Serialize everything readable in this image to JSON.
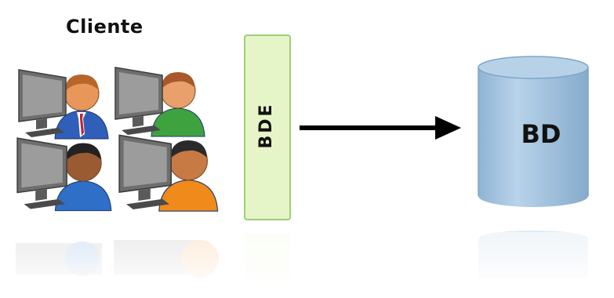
{
  "client": {
    "title": "Cliente",
    "workstations": [
      {
        "shirt": "#2f5fb8",
        "skin": "#e8965a",
        "hair": "#b8652a",
        "tie": true
      },
      {
        "shirt": "#3ea33e",
        "skin": "#eaa06a",
        "hair": "#a8582a",
        "tie": false
      },
      {
        "shirt": "#2f6fc8",
        "skin": "#9a5a32",
        "hair": "#222222",
        "tie": false
      },
      {
        "shirt": "#f08a1a",
        "skin": "#c87a45",
        "hair": "#2a2a2a",
        "tie": false
      }
    ]
  },
  "middleware": {
    "label": "BDE",
    "fill": "#e6f5c8",
    "stroke": "#9ccf72"
  },
  "arrow": {
    "color": "#000000"
  },
  "database": {
    "label": "BD",
    "fill": "#a6c6e0",
    "stroke": "#7fa5c6"
  }
}
